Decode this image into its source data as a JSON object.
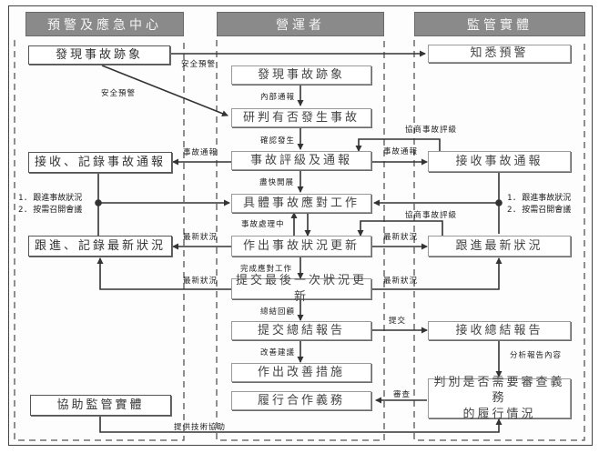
{
  "lanes": {
    "left": {
      "title": "預警及應急中心"
    },
    "middle": {
      "title": "營運者"
    },
    "right": {
      "title": "監管實體"
    }
  },
  "left_boxes": {
    "discover": "發現事故跡象",
    "receive_record": "接收、記錄事故通報",
    "follow_record": "跟進、記錄最新狀況",
    "assist": "協助監管實體"
  },
  "middle_boxes": {
    "discover": "發現事故跡象",
    "judge": "研判有否發生事故",
    "grade_notify": "事故評級及通報",
    "response": "具體事故應對工作",
    "status_update": "作出事故狀況更新",
    "final_update": "提交最後一次狀況更新",
    "summary_report": "提交總結報告",
    "improve": "作出改善措施",
    "fulfil": "履行合作義務"
  },
  "right_boxes": {
    "aware": "知悉預警",
    "receive_notice": "接收事故通報",
    "follow_status": "跟進最新狀況",
    "receive_summary": "接收總結報告",
    "review_line1": "判別是否需要審查義務",
    "review_line2": "的履行情況"
  },
  "labels": {
    "safety_warning_top": "安全預警",
    "safety_warning_diag": "安全預警",
    "internal_notify": "內部通報",
    "confirmed": "確認發生",
    "incident_notify_left": "事故通報",
    "incident_notify_right": "事故通報",
    "negotiate_grade_1": "協商事故評級",
    "negotiate_grade_2": "協商事故評級",
    "start_asap": "盡快開展",
    "in_progress": "事故處理中",
    "latest_left_1": "最新狀況",
    "latest_left_2": "最新狀況",
    "latest_right_1": "最新狀況",
    "latest_right_2": "最新狀況",
    "response_done": "完成應對工作",
    "review_summary": "總結回顧",
    "submit": "提交",
    "improve_advice": "改善建議",
    "analyze": "分析報告內容",
    "review": "審查",
    "tech_support": "提供技術協助"
  },
  "notes": {
    "left": [
      "1. 跟進事故狀況",
      "2. 按需召開會議"
    ],
    "right": [
      "1. 跟進事故狀況",
      "2. 按需召開會議"
    ]
  }
}
